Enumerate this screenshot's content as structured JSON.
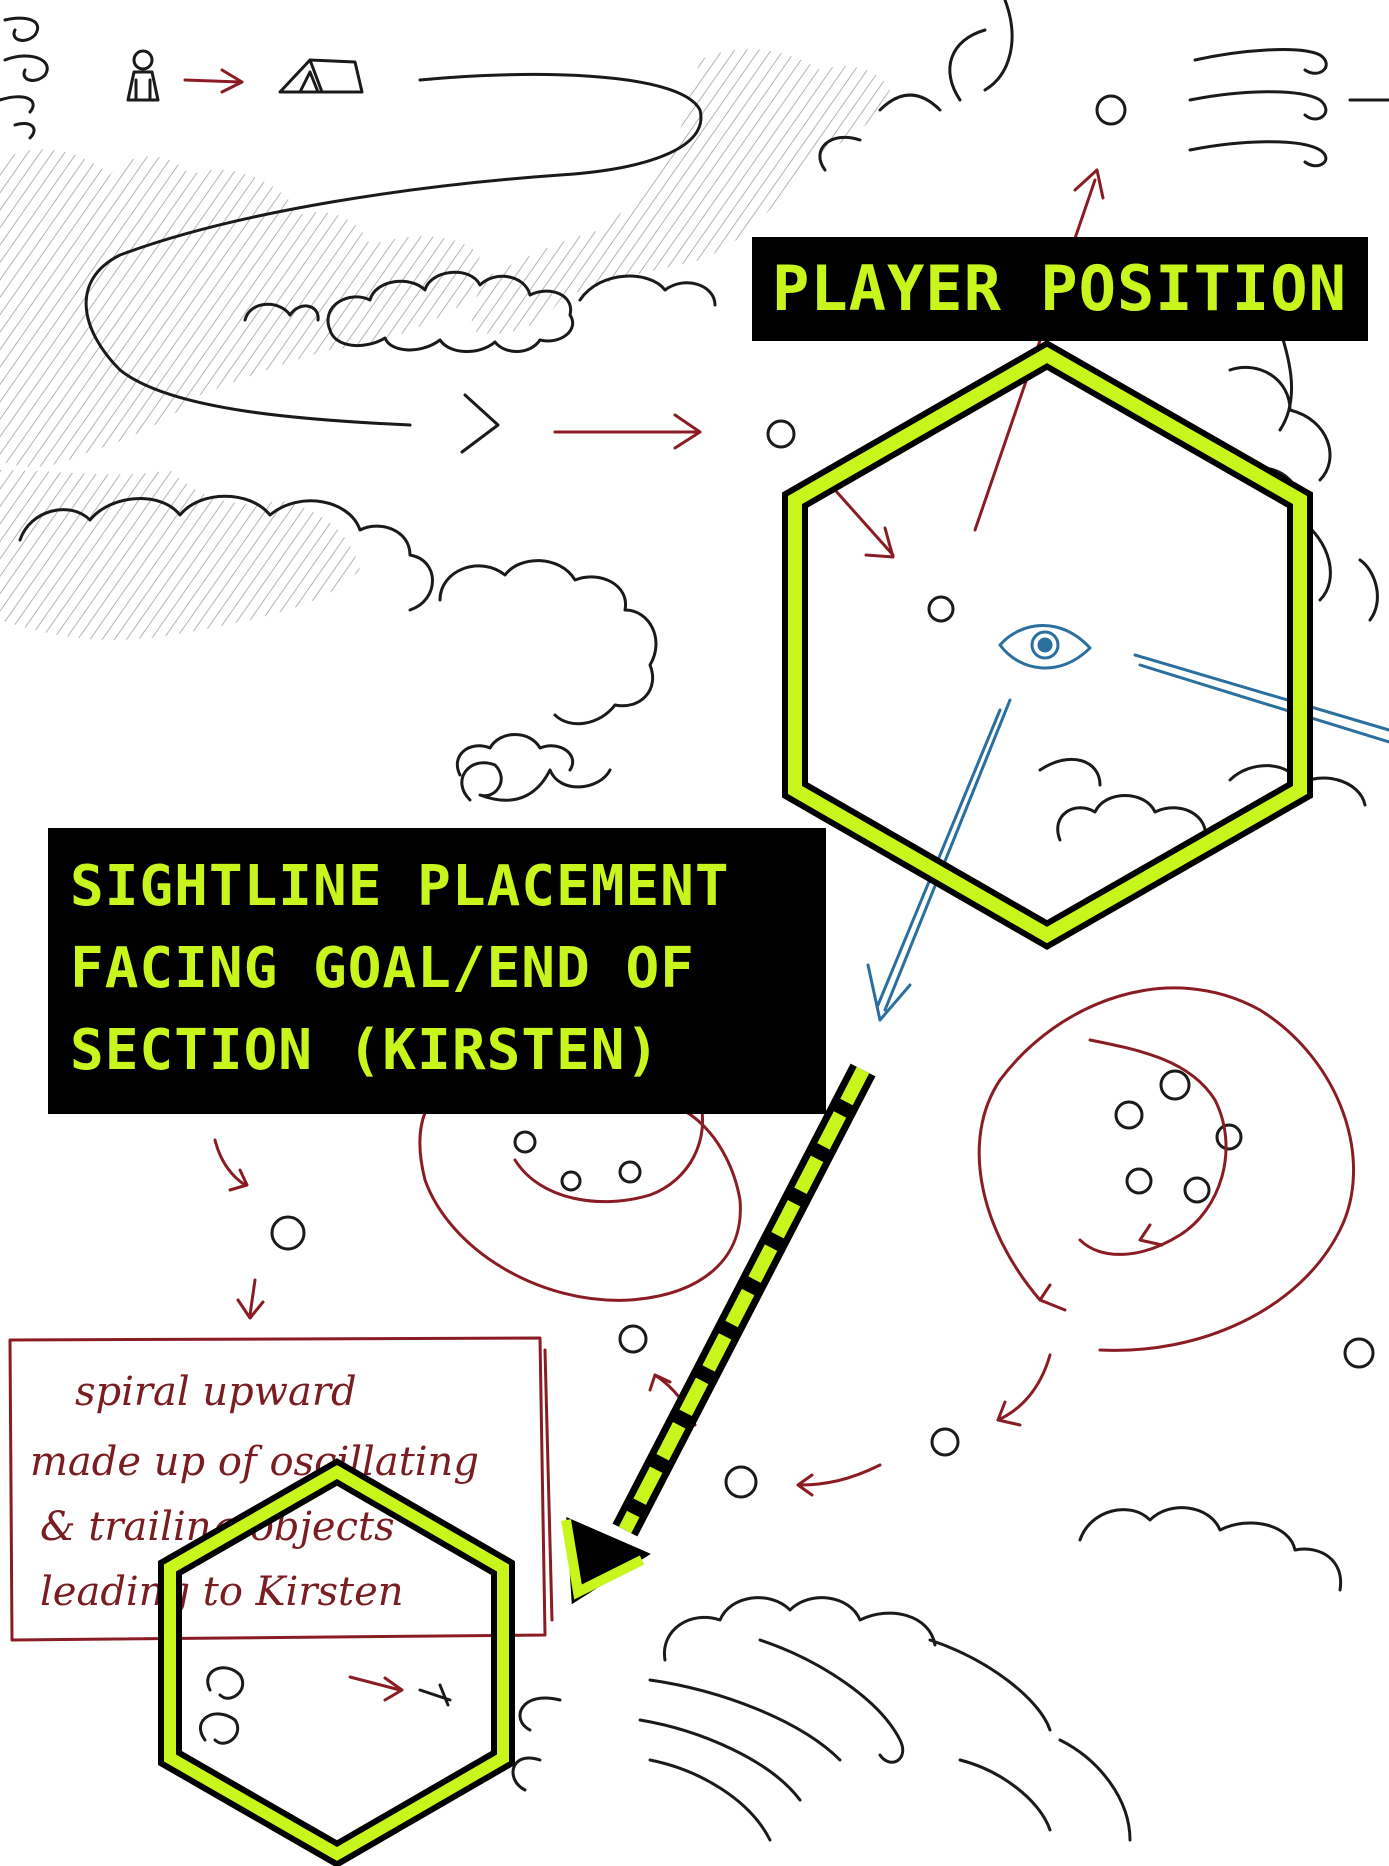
{
  "labels": {
    "player_position": "PLAYER POSITION",
    "sightline_lines": [
      "SIGHTLINE PLACEMENT",
      "FACING GOAL/END OF",
      "SECTION (KIRSTEN)"
    ]
  },
  "notes": {
    "lines": [
      "spiral upward",
      "made up of oscillating",
      "& trailing objects",
      "leading to Kirsten"
    ]
  },
  "colors": {
    "highlight": "#c8f51c",
    "label_background": "#000000",
    "pencil": "#1a1a1a",
    "red_ink": "#8a1c24",
    "blue_ink": "#2a6f9e",
    "shading": "#b8b8b8"
  },
  "icons": {
    "player_start": "player-figure-icon",
    "tent": "tent-icon",
    "eye": "eye-icon",
    "waypoint": "circle-marker-icon"
  }
}
